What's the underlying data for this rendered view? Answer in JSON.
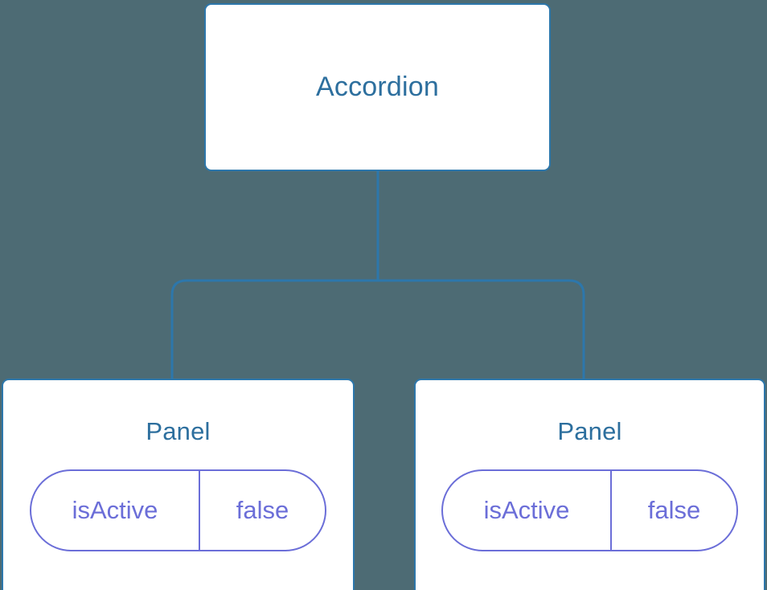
{
  "diagram": {
    "background_color": "#4d6b74",
    "node_border_color": "#2d77ab",
    "node_fill_color": "#ffffff",
    "title_color": "#2d6f9e",
    "prop_color": "#6b6ed8",
    "edge_color": "#2d77ab",
    "root": {
      "label": "Accordion"
    },
    "children": [
      {
        "label": "Panel",
        "props": [
          {
            "key": "isActive",
            "value": "false"
          }
        ]
      },
      {
        "label": "Panel",
        "props": [
          {
            "key": "isActive",
            "value": "false"
          }
        ]
      }
    ]
  }
}
